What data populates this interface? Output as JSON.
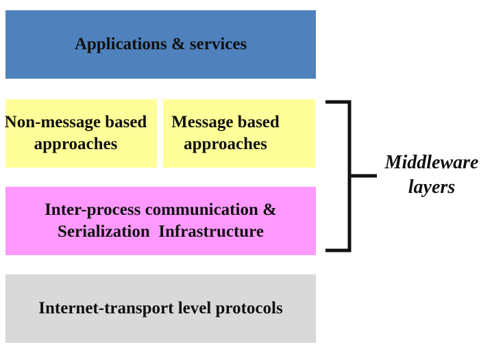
{
  "layers": {
    "applications": {
      "label": "Applications & services",
      "color": "#4f81bd"
    },
    "non_message": {
      "label_line1": "Non-message based",
      "label_line2": "approaches",
      "color": "#ffff99"
    },
    "message": {
      "label_line1": "Message based",
      "label_line2": "approaches",
      "color": "#ffff99"
    },
    "ipc": {
      "label_line1": "Inter-process communication &",
      "label_line2": "Serialization  Infrastructure",
      "color": "#ff99ff"
    },
    "transport": {
      "label": "Internet-transport level protocols",
      "color": "#d9d9d9"
    }
  },
  "bracket_label": {
    "line1": "Middleware",
    "line2": "layers"
  }
}
